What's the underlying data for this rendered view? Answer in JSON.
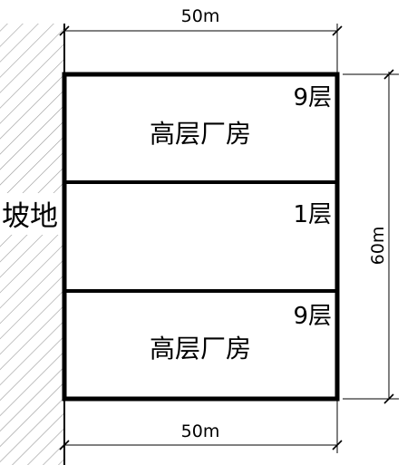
{
  "dimensions": {
    "top_width": "50m",
    "bottom_width": "50m",
    "right_height": "60m"
  },
  "slope_label": "坡地",
  "sections": [
    {
      "floors": "9层",
      "name": "高层厂房"
    },
    {
      "floors": "1层",
      "name": ""
    },
    {
      "floors": "9层",
      "name": "高层厂房"
    }
  ]
}
